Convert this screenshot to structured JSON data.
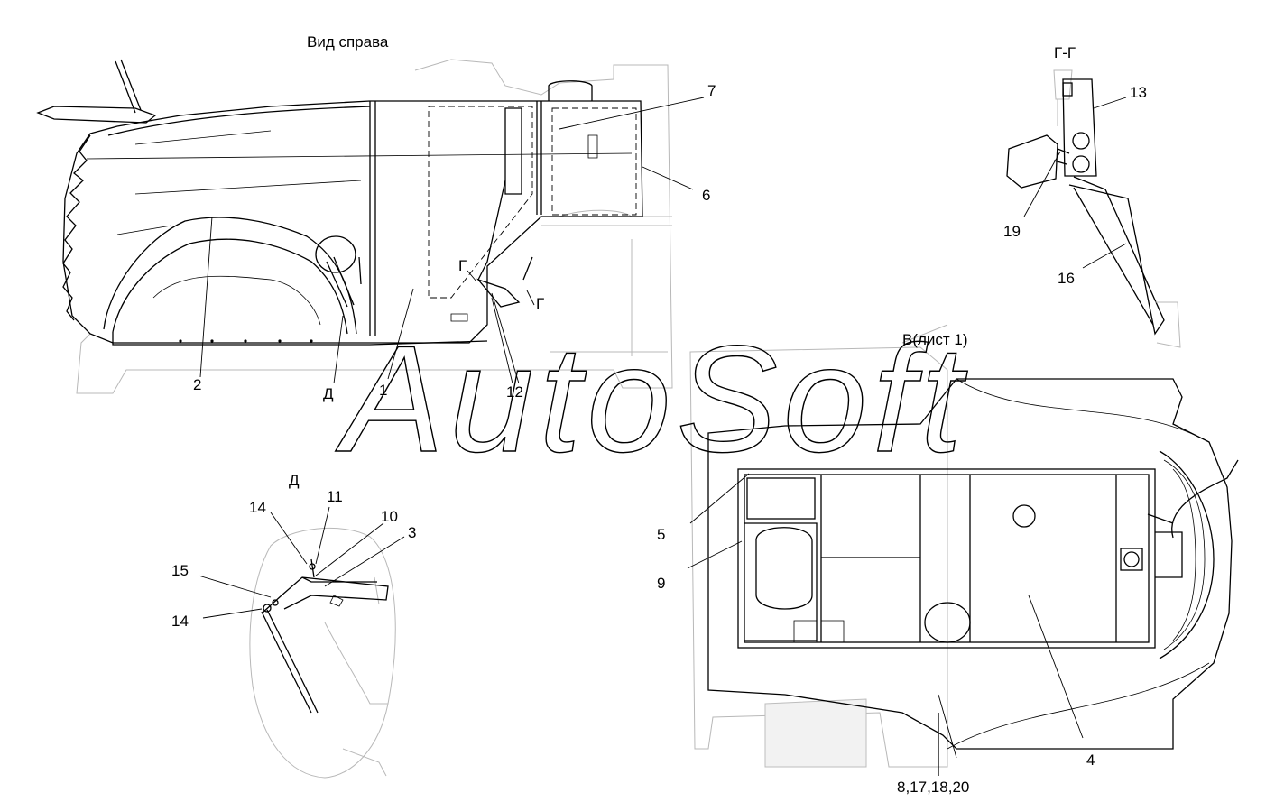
{
  "views": {
    "right_view_title": "Вид справа",
    "section_gg_title": "Г-Г",
    "detail_d_title": "Д",
    "view_b_title": "В(лист 1)"
  },
  "callouts": {
    "c1": "1",
    "c2": "2",
    "c3": "3",
    "c4": "4",
    "c5": "5",
    "c6": "6",
    "c7": "7",
    "c9": "9",
    "c10": "10",
    "c11": "11",
    "c12": "12",
    "c13": "13",
    "c14a": "14",
    "c14b": "14",
    "c15": "15",
    "c16": "16",
    "c19": "19",
    "c_group": "8,17,18,20",
    "d_marker": "Д",
    "g_marker_left": "Г",
    "g_marker_right": "Г"
  },
  "watermark": "AutoSoft"
}
